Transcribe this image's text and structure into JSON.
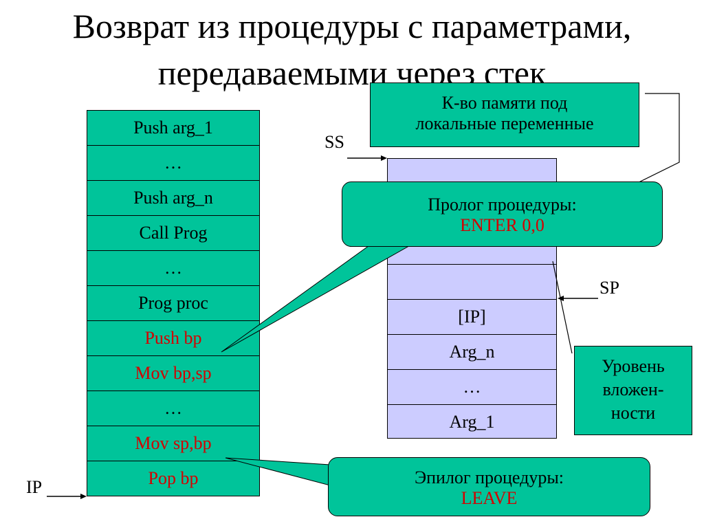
{
  "title_line1": "Возврат из процедуры с параметрами,",
  "title_line2": "передаваемыми через стек",
  "code_rows": [
    {
      "text": "Push arg_1",
      "highlight": false
    },
    {
      "text": "…",
      "highlight": false
    },
    {
      "text": "Push arg_n",
      "highlight": false
    },
    {
      "text": "Call Prog",
      "highlight": false
    },
    {
      "text": "…",
      "highlight": false
    },
    {
      "text": "Prog proc",
      "highlight": false
    },
    {
      "text": "Push bp",
      "highlight": true
    },
    {
      "text": "Mov bp,sp",
      "highlight": true
    },
    {
      "text": "…",
      "highlight": false
    },
    {
      "text": "Mov sp,bp",
      "highlight": true
    },
    {
      "text": "Pop bp",
      "highlight": true
    }
  ],
  "stack_cells": [
    "",
    "",
    "",
    "[IP]",
    "Arg_n",
    "…",
    "Arg_1"
  ],
  "labels": {
    "ss": "SS",
    "sp": "SP",
    "ip": "IP"
  },
  "callouts": {
    "locals": {
      "line1": "К-во памяти под",
      "line2": "локальные переменные"
    },
    "prologue": {
      "line1": "Пролог процедуры:",
      "line2": "ENTER 0,0"
    },
    "epilogue": {
      "line1": "Эпилог процедуры:",
      "line2": "LEAVE"
    },
    "nesting": {
      "line1": "Уровень",
      "line2": "вложен-",
      "line3": "ности"
    }
  },
  "colors": {
    "green": "#00c49a",
    "lavender": "#ccccff",
    "red": "#d40000"
  }
}
